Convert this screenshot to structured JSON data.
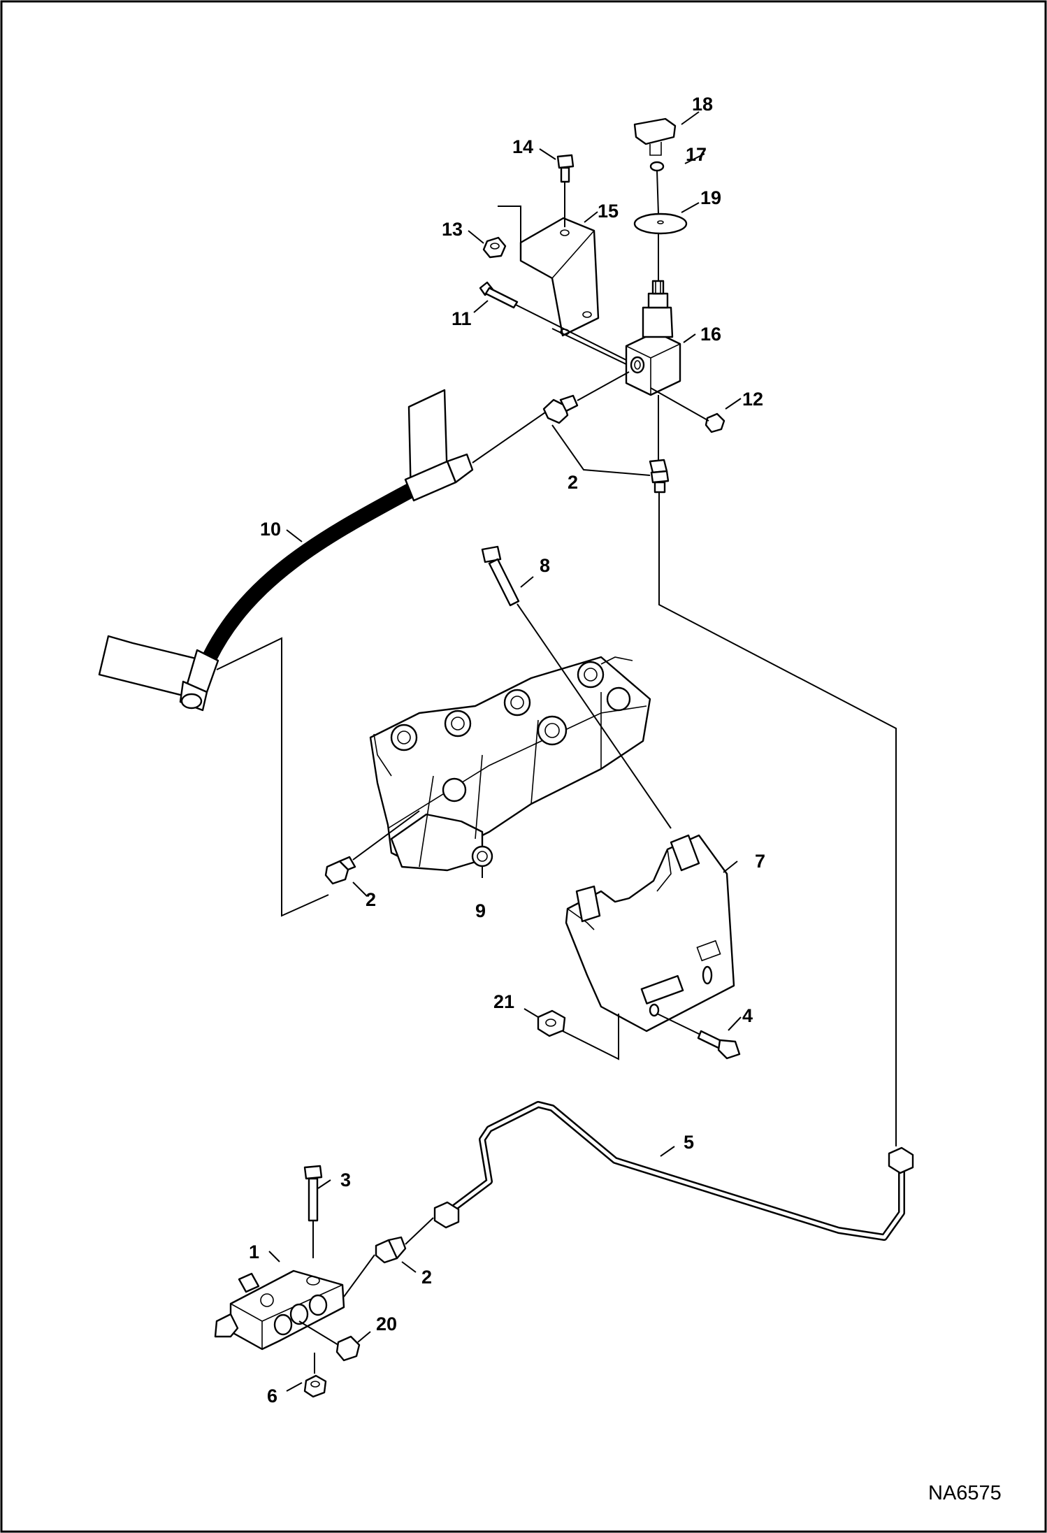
{
  "figure_id": "NA6575",
  "callouts": {
    "c1": "1",
    "c2a": "2",
    "c2b": "2",
    "c2c": "2",
    "c3": "3",
    "c4": "4",
    "c5": "5",
    "c6": "6",
    "c7": "7",
    "c8": "8",
    "c9": "9",
    "c10": "10",
    "c11": "11",
    "c12": "12",
    "c13": "13",
    "c14": "14",
    "c15": "15",
    "c16": "16",
    "c17": "17",
    "c18": "18",
    "c19": "19",
    "c20": "20",
    "c21": "21"
  }
}
